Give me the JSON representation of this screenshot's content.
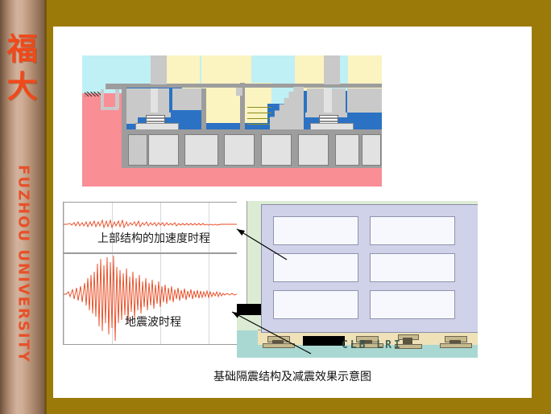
{
  "slide": {
    "background_color": "#9c7a0a",
    "panel_color": "#ffffff"
  },
  "sidebar": {
    "logo_cn": "福大",
    "name_en": "FUZHOU UNIVERSITY",
    "text_color": "#f0491a",
    "background": "metallic-bronze-gradient"
  },
  "figures": {
    "top": {
      "name": "foundation-cross-section",
      "colors": {
        "sky": "#bff0f5",
        "soil": "#f98e95",
        "interior": "#fbf3c0",
        "fill": "#2b72c4",
        "concrete": "#c9c9c9"
      }
    },
    "bottom": {
      "name": "base-isolated-building",
      "isolator_label": "CLB  LRI",
      "colors": {
        "ground": "#a9d8d2",
        "surround": "#dcecd4",
        "building": "#cfd2e8",
        "sand": "#efe1b8"
      }
    }
  },
  "waveforms": [
    {
      "id": "superstructure",
      "label": "上部结构的加速度时程",
      "amplitude": "small",
      "color": "#e8481f"
    },
    {
      "id": "ground-motion",
      "label": "地震波时程",
      "amplitude": "large",
      "color": "#e8481f"
    }
  ],
  "caption": "基础隔震结构及减震效果示意图"
}
